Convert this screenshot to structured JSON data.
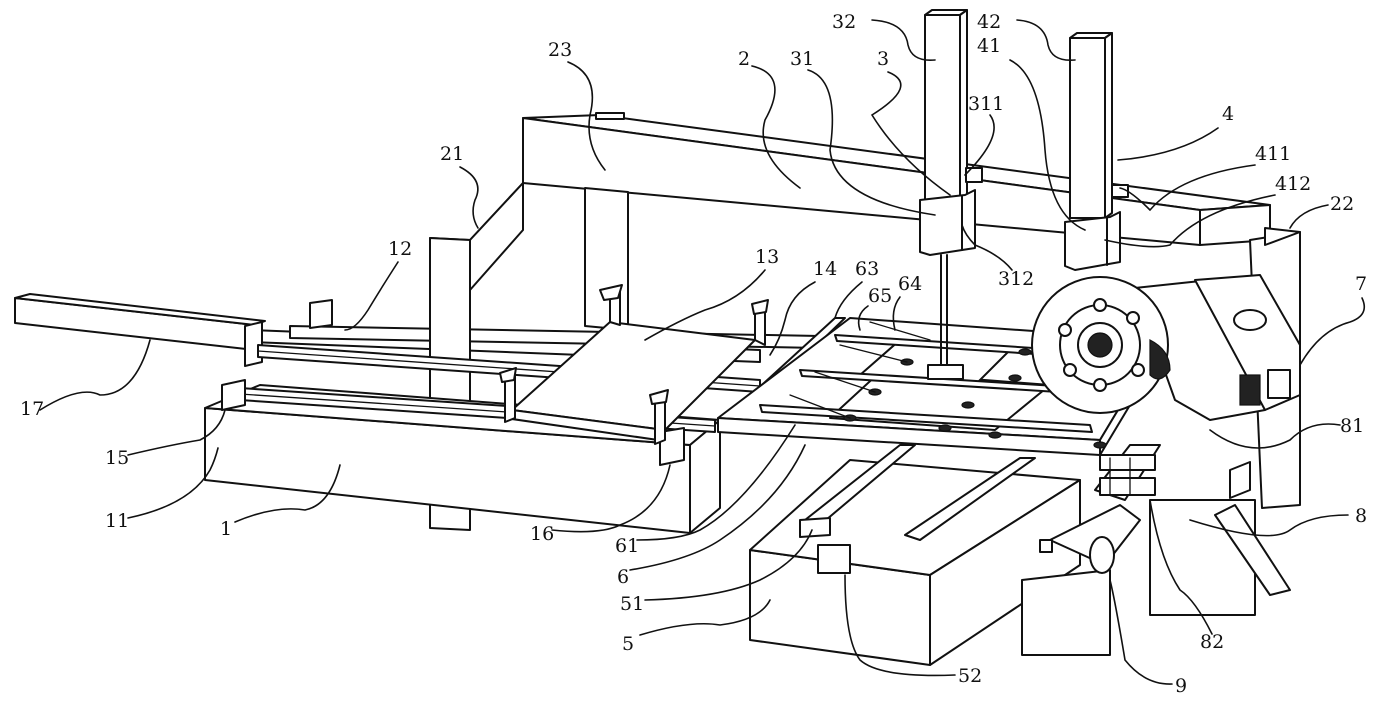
{
  "figure": {
    "labels": [
      {
        "id": "32",
        "text": "32"
      },
      {
        "id": "42",
        "text": "42"
      },
      {
        "id": "41",
        "text": "41"
      },
      {
        "id": "23",
        "text": "23"
      },
      {
        "id": "2",
        "text": "2"
      },
      {
        "id": "31",
        "text": "31"
      },
      {
        "id": "3",
        "text": "3"
      },
      {
        "id": "311",
        "text": "311"
      },
      {
        "id": "4",
        "text": "4"
      },
      {
        "id": "411",
        "text": "411"
      },
      {
        "id": "412",
        "text": "412"
      },
      {
        "id": "21",
        "text": "21"
      },
      {
        "id": "22",
        "text": "22"
      },
      {
        "id": "312",
        "text": "312"
      },
      {
        "id": "12",
        "text": "12"
      },
      {
        "id": "13",
        "text": "13"
      },
      {
        "id": "14",
        "text": "14"
      },
      {
        "id": "63",
        "text": "63"
      },
      {
        "id": "65",
        "text": "65"
      },
      {
        "id": "64",
        "text": "64"
      },
      {
        "id": "7",
        "text": "7"
      },
      {
        "id": "17",
        "text": "17"
      },
      {
        "id": "81",
        "text": "81"
      },
      {
        "id": "15",
        "text": "15"
      },
      {
        "id": "8",
        "text": "8"
      },
      {
        "id": "11",
        "text": "11"
      },
      {
        "id": "1",
        "text": "1"
      },
      {
        "id": "16",
        "text": "16"
      },
      {
        "id": "61",
        "text": "61"
      },
      {
        "id": "6",
        "text": "6"
      },
      {
        "id": "51",
        "text": "51"
      },
      {
        "id": "5",
        "text": "5"
      },
      {
        "id": "82",
        "text": "82"
      },
      {
        "id": "52",
        "text": "52"
      },
      {
        "id": "9",
        "text": "9"
      }
    ]
  }
}
